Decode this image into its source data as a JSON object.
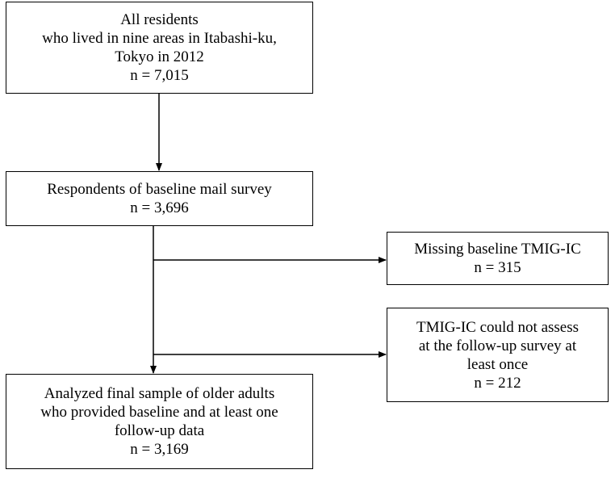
{
  "flowchart": {
    "boxes": [
      {
        "id": "all-residents",
        "lines": [
          "All residents",
          "who lived in nine areas in Itabashi-ku,",
          "Tokyo in 2012",
          "n = 7,015"
        ]
      },
      {
        "id": "respondents",
        "lines": [
          "Respondents of baseline mail survey",
          "n = 3,696"
        ]
      },
      {
        "id": "missing-baseline",
        "lines": [
          "Missing baseline TMIG-IC",
          "n = 315"
        ]
      },
      {
        "id": "not-assessed",
        "lines": [
          "TMIG-IC could not assess",
          "at the follow-up survey at",
          "least once",
          "n = 212"
        ]
      },
      {
        "id": "final-sample",
        "lines": [
          "Analyzed final sample of older adults",
          "who provided baseline and at least one",
          "follow-up data",
          "n = 3,169"
        ]
      }
    ]
  }
}
